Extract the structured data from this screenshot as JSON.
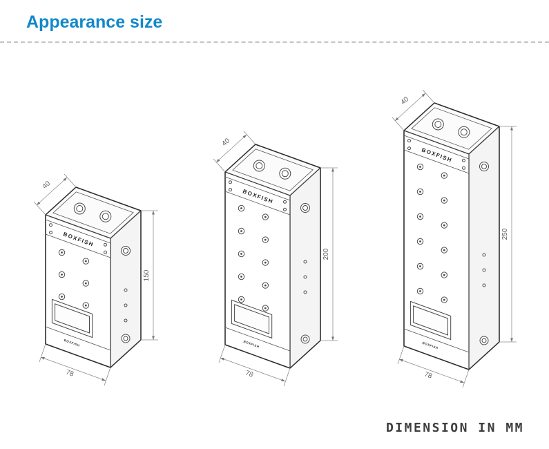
{
  "page": {
    "title": "Appearance size",
    "note": "DIMENSION IN MM",
    "accent_color": "#1288c9"
  },
  "drawings": [
    {
      "id": "reservoir-150",
      "brand": "BOXFISH",
      "brand_small": "BOXFISH",
      "depth_mm": "40",
      "width_mm": "78",
      "height_mm": "150"
    },
    {
      "id": "reservoir-200",
      "brand": "BOXFISH",
      "brand_small": "BOXFISH",
      "depth_mm": "40",
      "width_mm": "78",
      "height_mm": "200"
    },
    {
      "id": "reservoir-250",
      "brand": "BOXFISH",
      "brand_small": "BOXFISH",
      "depth_mm": "40",
      "width_mm": "78",
      "height_mm": "250"
    }
  ]
}
